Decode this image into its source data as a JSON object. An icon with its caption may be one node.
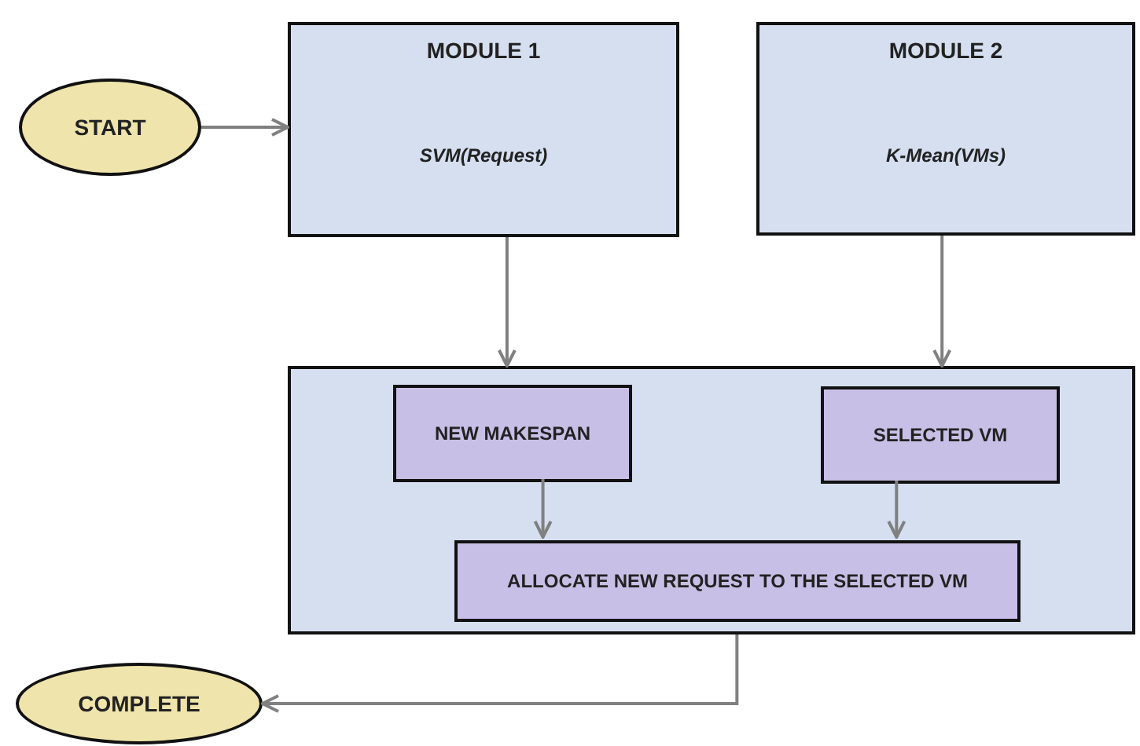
{
  "diagram": {
    "nodes": [
      {
        "text": [
          "START"
        ]
      },
      {
        "text": [
          "MODULE 1",
          "SVM(Request)"
        ]
      },
      {
        "text": [
          "MODULE 2",
          "K-Mean(VMs)"
        ]
      },
      {
        "text": [],
        "shape": "box"
      },
      {
        "text": [
          "NEW MAKESPAN"
        ],
        "in": 3
      },
      {
        "text": [
          "SELECTED VM"
        ],
        "in": 3
      },
      {
        "text": [
          "ALLOCATE NEW REQUEST TO THE SELECTED VM"
        ],
        "in": 3
      },
      {
        "text": [
          "COMPLETE"
        ]
      }
    ],
    "edges": [
      {
        "from": 0,
        "to": 1,
        "arrow": "to"
      },
      {
        "from": 1,
        "to": 3,
        "arrow": "to"
      },
      {
        "from": 2,
        "to": 3,
        "arrow": "to"
      },
      {
        "from": 4,
        "to": 6,
        "arrow": "to"
      },
      {
        "from": 5,
        "to": 6,
        "arrow": "to"
      },
      {
        "from": 3,
        "to": 7,
        "arrow": "to"
      }
    ]
  }
}
